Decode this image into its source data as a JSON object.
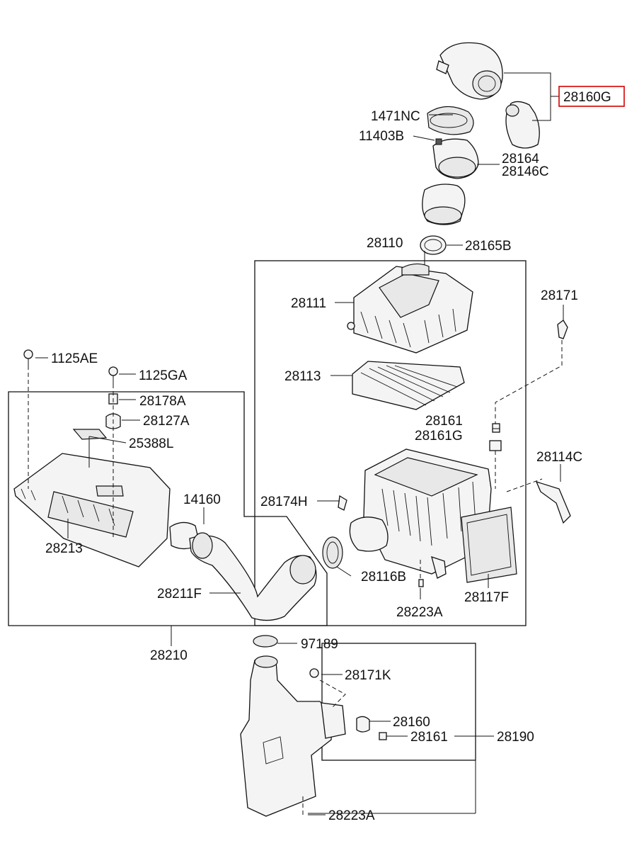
{
  "highlight_color": "#d40000",
  "labels": {
    "p28160G": "28160G",
    "p1471NC": "1471NC",
    "p11403B": "11403B",
    "p28164": "28164",
    "p28146C": "28146C",
    "p28110": "28110",
    "p28165B": "28165B",
    "p28171": "28171",
    "p28111": "28111",
    "p1125AE": "1125AE",
    "p1125GA": "1125GA",
    "p28113": "28113",
    "p28178A": "28178A",
    "p28127A": "28127A",
    "p28161": "28161",
    "p28161G": "28161G",
    "p25388L": "25388L",
    "p28114C": "28114C",
    "p14160": "14160",
    "p28174H": "28174H",
    "p28213": "28213",
    "p28116B": "28116B",
    "p28211F": "28211F",
    "p28117F": "28117F",
    "p28223A_top": "28223A",
    "p28210": "28210",
    "p97189": "97189",
    "p28171K": "28171K",
    "p28160": "28160",
    "p28161_low": "28161",
    "p28190": "28190",
    "p28223A_bottom": "28223A"
  }
}
